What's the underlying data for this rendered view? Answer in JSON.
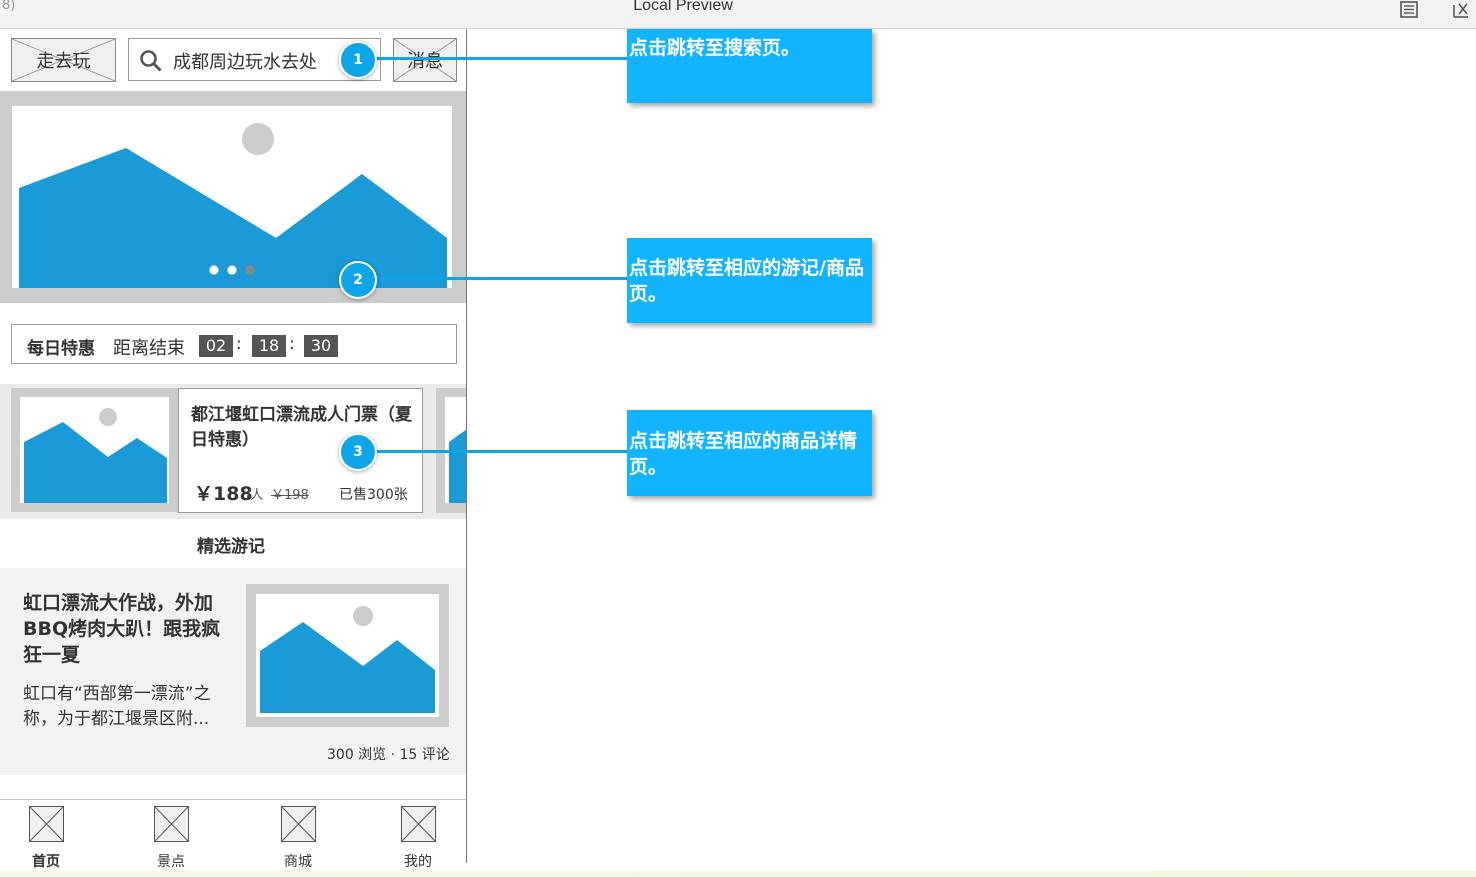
{
  "window": {
    "page_id": "8)",
    "title": "Local Preview",
    "icons": [
      "list-icon",
      "close-x-icon"
    ]
  },
  "header": {
    "left_button_label": "走去玩",
    "search_placeholder": "成都周边玩水去处",
    "right_button_label": "消息"
  },
  "banner": {
    "dots": 3,
    "active_dot": 2
  },
  "daily_deal": {
    "title": "每日特惠",
    "countdown_label": "距离结束",
    "hours": "02",
    "minutes": "18",
    "seconds": "30",
    "separator": ":",
    "product": {
      "name": "都江堰虹口漂流成人门票（夏日特惠）",
      "price": "￥188",
      "unit": "/人",
      "original_price": "￥198",
      "sold": "已售300张"
    }
  },
  "featured": {
    "section_title": "精选游记",
    "post": {
      "title": "虹口漂流大作战，外加BBQ烤肉大趴！跟我疯狂一夏",
      "excerpt": "虹口有“西部第一漂流”之称，为于都江堰景区附...",
      "stats": "300 浏览 · 15 评论"
    }
  },
  "tabbar": {
    "items": [
      {
        "label": "首页",
        "active": true
      },
      {
        "label": "景点",
        "active": false
      },
      {
        "label": "商城",
        "active": false
      },
      {
        "label": "我的",
        "active": false
      }
    ]
  },
  "annotations": [
    {
      "number": "1",
      "text": "点击跳转至搜索页。"
    },
    {
      "number": "2",
      "text": "点击跳转至相应的游记/商品页。"
    },
    {
      "number": "3",
      "text": "点击跳转至相应的商品详情页。"
    }
  ],
  "colors": {
    "accent": "#12b4ff",
    "marker": "#0ea5e9",
    "image_fill": "#1a9ad6",
    "placeholder_gray": "#cccccc"
  }
}
